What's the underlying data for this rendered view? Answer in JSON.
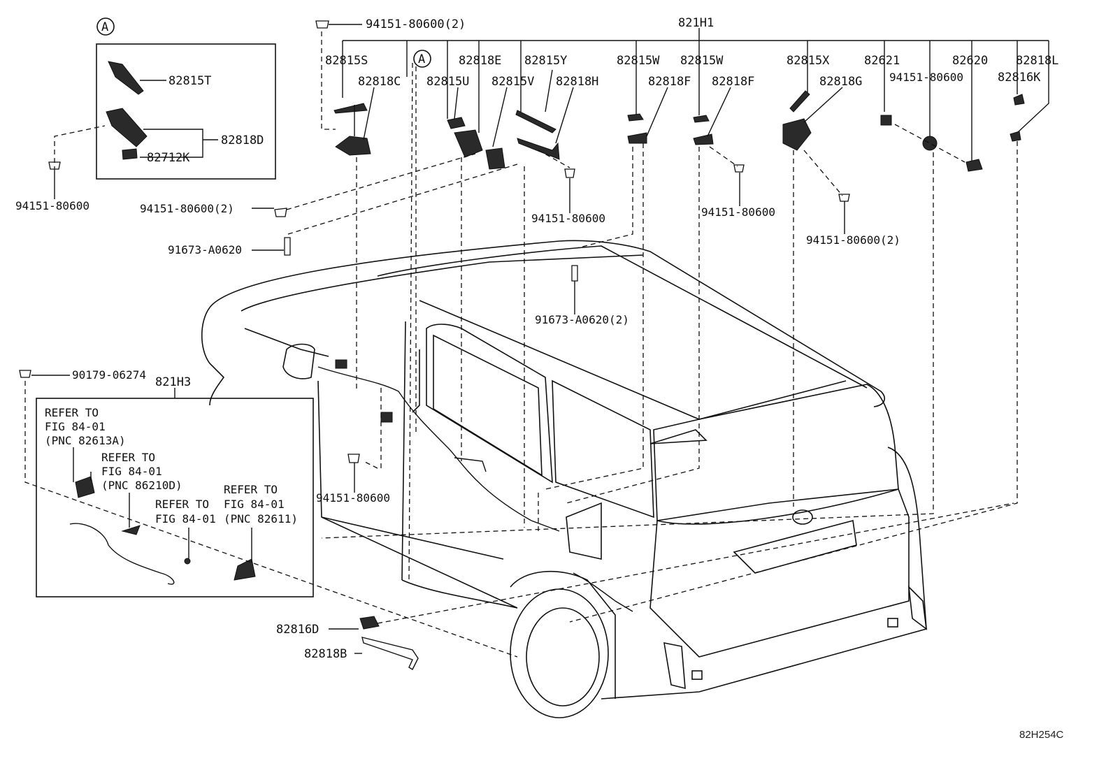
{
  "labels": {
    "821H1": "821H1",
    "821H3": "821H3",
    "82815S": "82815S",
    "82818C": "82818C",
    "82815U": "82815U",
    "82818E": "82818E",
    "82815V": "82815V",
    "82815Y": "82815Y",
    "82818H": "82818H",
    "82815W_1": "82815W",
    "82818F_1": "82818F",
    "82815W_2": "82815W",
    "82818F_2": "82818F",
    "82815X": "82815X",
    "82818G": "82818G",
    "82621": "82621",
    "82620": "82620",
    "82818L": "82818L",
    "82816K": "82816K",
    "82815T": "82815T",
    "82818D": "82818D",
    "82712K": "82712K",
    "82816D": "82816D",
    "82818B": "82818B",
    "c_top": "94151-80600(2)",
    "c_leftbox": "94151-80600",
    "c_mid2": "94151-80600(2)",
    "c_mid_center": "94151-80600",
    "c_right1": "94151-80600",
    "c_right2": "94151-80600(2)",
    "c_topright": "94151-80600",
    "c_bottom": "94151-80600",
    "bolt_left": "91673-A0620",
    "bolt_center": "91673-A0620(2)",
    "screw": "90179-06274",
    "callout_a": "A"
  },
  "refers": {
    "r1": [
      "REFER TO",
      "FIG 84-01",
      "(PNC 82613A)"
    ],
    "r2": [
      "REFER TO",
      "FIG 84-01",
      "(PNC 86210D)"
    ],
    "r3": [
      "REFER TO",
      "FIG 84-01"
    ],
    "r4": [
      "REFER TO",
      "FIG 84-01",
      "(PNC 82611)"
    ]
  },
  "figure_code": "82H254C"
}
